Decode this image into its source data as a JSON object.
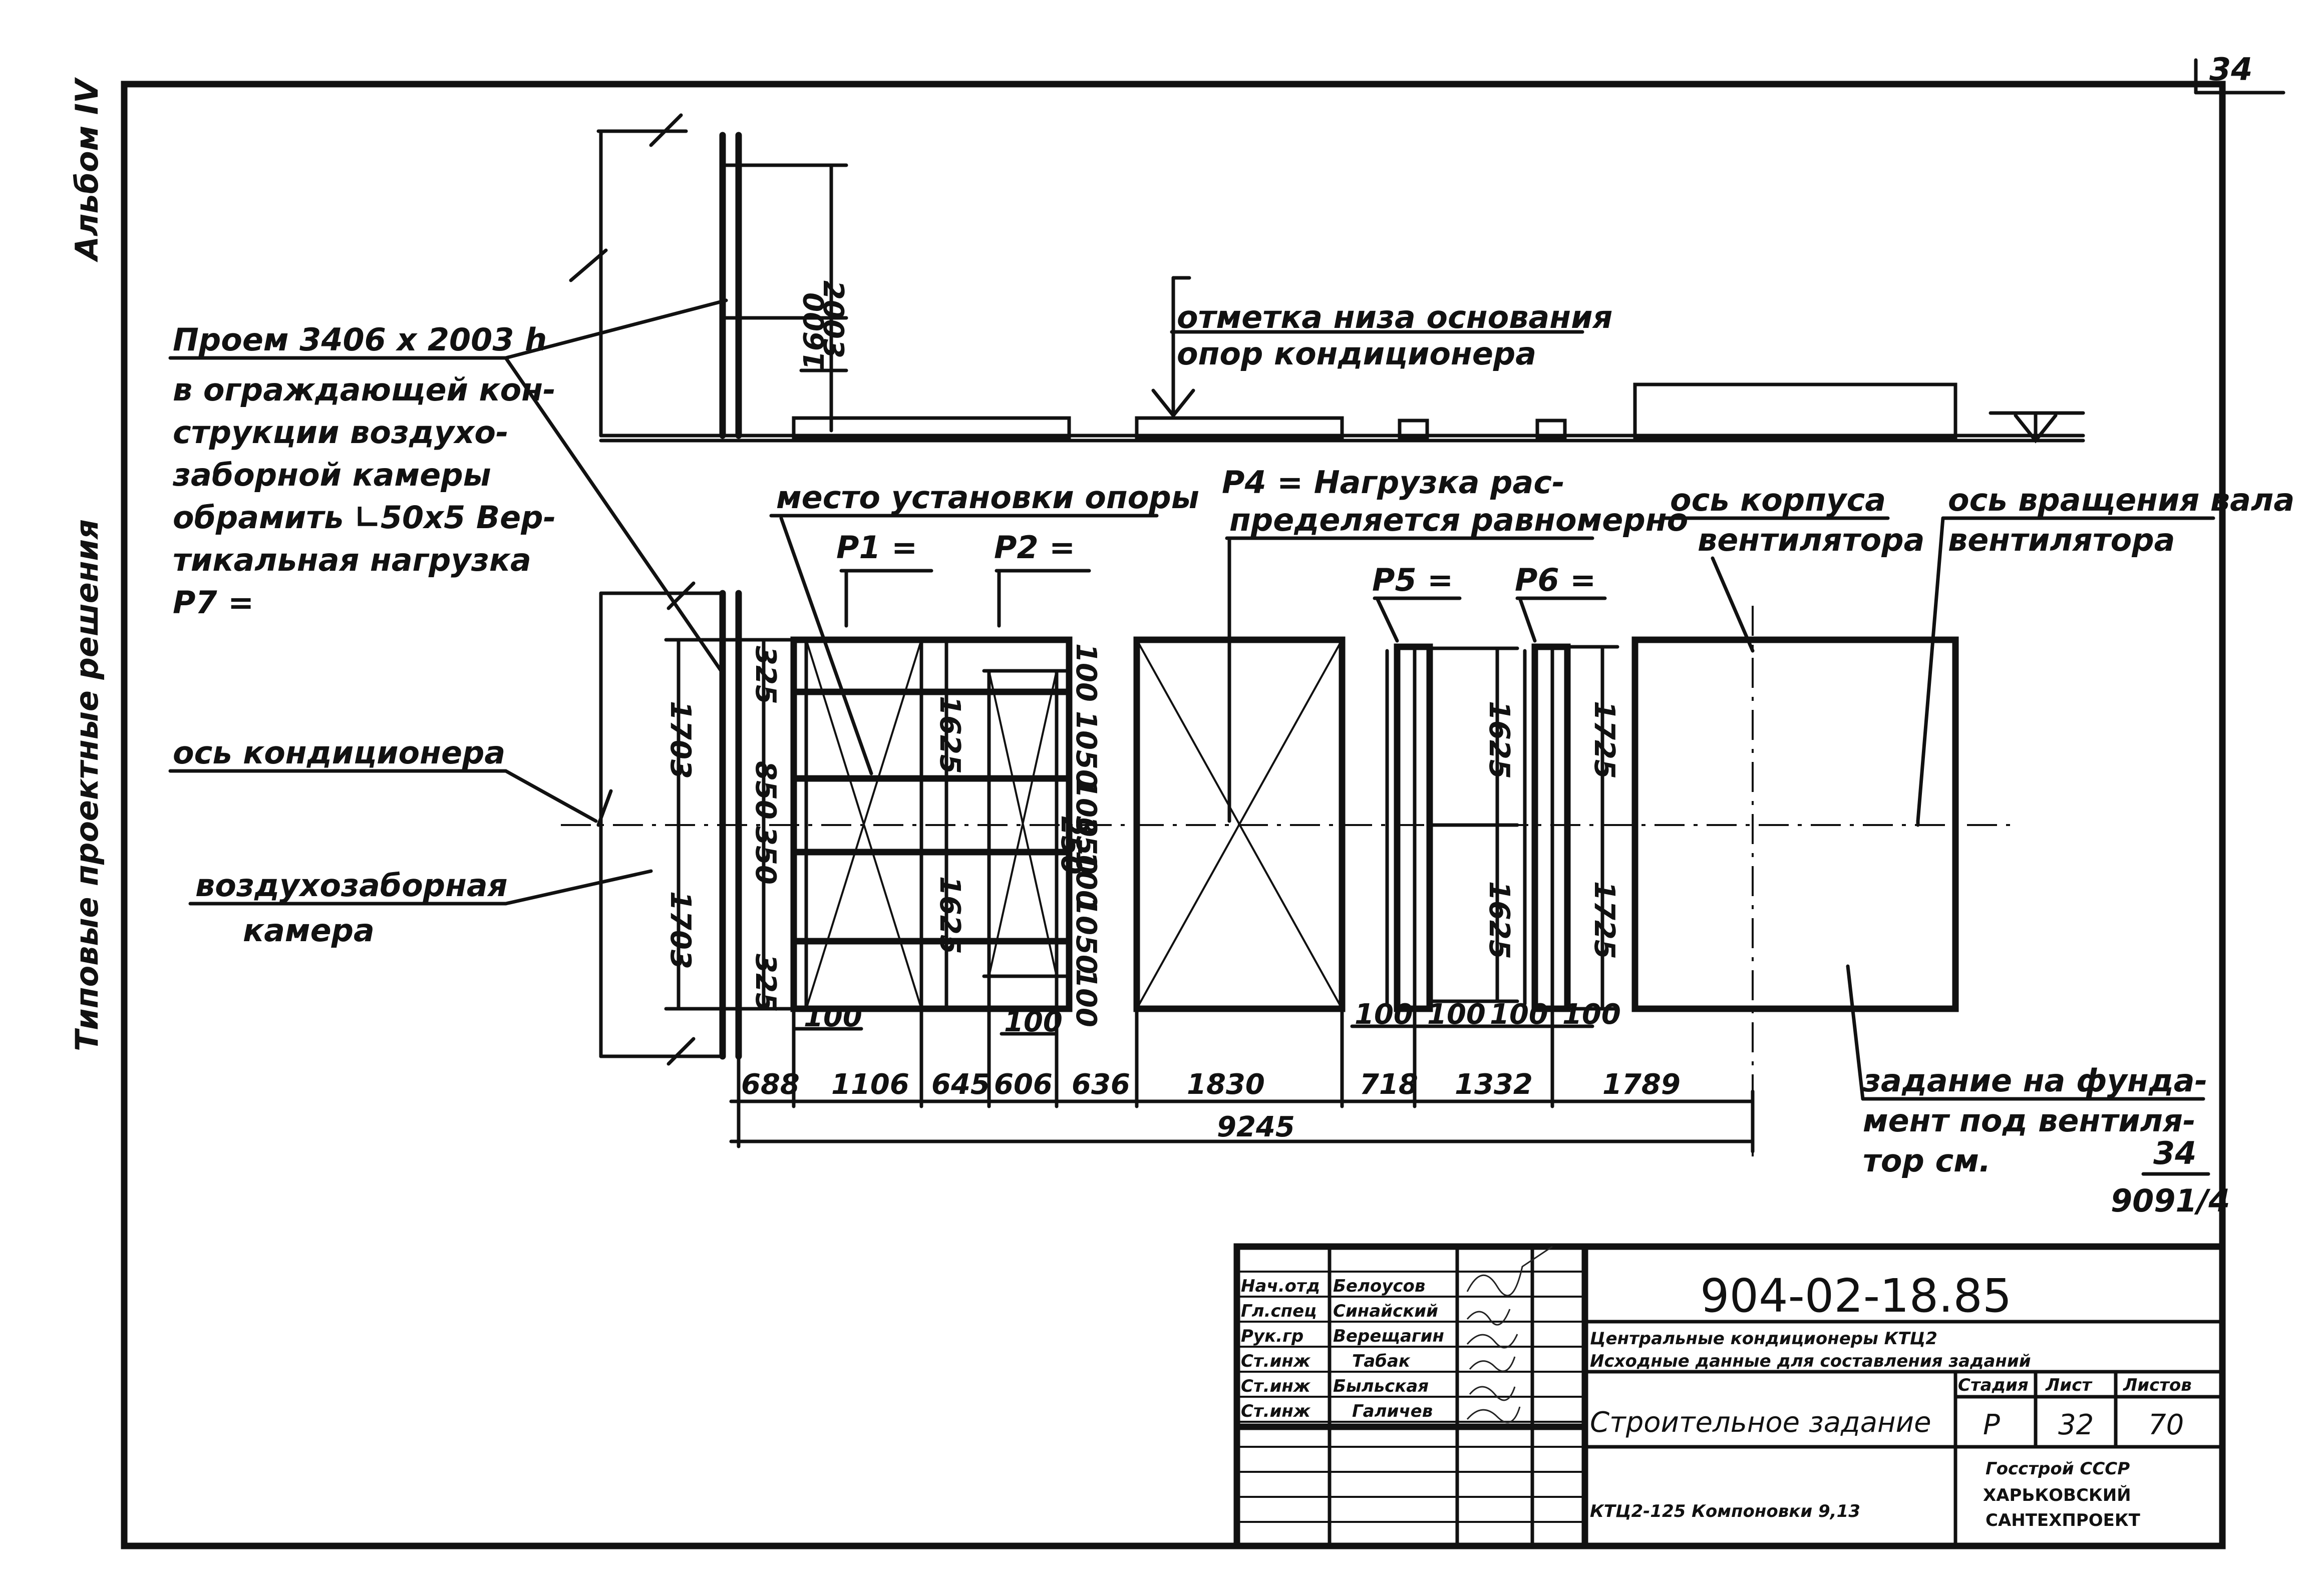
{
  "page_number": "34",
  "margin": {
    "album": "Альбом IV",
    "series": "Типовые проектные решения"
  },
  "labels": {
    "opening_line1": "Проем 3406 х 2003 h",
    "opening_line2": "в ограждающей кон-",
    "opening_line3": "струкции воздухо-",
    "opening_line4": "заборной камеры",
    "opening_line5": "обрамить ∟50х5 Вер-",
    "opening_line6": "тикальная нагрузка",
    "opening_line7": "P7 =",
    "base_mark_line1": "отметка низа основания",
    "base_mark_line2": "опор кондиционера",
    "support_place": "место установки опоры",
    "p4_line1": "P4 =      Нагрузка рас-",
    "p4_line2": "пределяется равномерно",
    "fan_body_line1": "ось корпуса",
    "fan_body_line2": "вентилятора",
    "fan_shaft_line1": "ось вращения вала",
    "fan_shaft_line2": "вентилятора",
    "conditioner_axis": "ось кондиционера",
    "intake_line1": "воздухозаборная",
    "intake_line2": "камера",
    "foundation_line1": "задание на фунда-",
    "foundation_line2": "мент под вентиля-",
    "foundation_line3": "тор см.",
    "ref_top": "34",
    "ref_bottom": "9091/4",
    "p1": "P1 =",
    "p2": "P2 =",
    "p5": "P5 =",
    "p6": "P6 ="
  },
  "dimensions": {
    "h2003": "2003",
    "h1600": "1600",
    "left_1703_top": "1703",
    "left_1703_bottom": "1703",
    "v325_top": "325",
    "v850": "850",
    "v350": "350",
    "v325_bottom": "325",
    "v1625_a": "1625",
    "v1625_b": "1625",
    "v100_r1": "100",
    "v1050_a": "1050",
    "v100_r2": "100",
    "v350_small": "350",
    "v250_small": "250",
    "v100_r3": "100",
    "v1050_b": "1050",
    "v100_r4": "100",
    "v1625_c": "1625",
    "v1625_d": "1625",
    "v1725_a": "1725",
    "v1725_b": "1725",
    "h100_a": "100",
    "h100_b": "100",
    "h100_c": "100",
    "h100_d": "100",
    "h100_e": "100",
    "h100_f": "100",
    "row": [
      "688",
      "1106",
      "645",
      "606",
      "636",
      "1830",
      "718",
      "1332",
      "1789"
    ],
    "total": "9245"
  },
  "title_block": {
    "staff": [
      {
        "role": "Нач.отд",
        "name": "Белоусов"
      },
      {
        "role": "Гл.спец",
        "name": "Синайский"
      },
      {
        "role": "Рук.гр",
        "name": "Верещагин"
      },
      {
        "role": "Ст.инж",
        "name": "Табак"
      },
      {
        "role": "Ст.инж",
        "name": "Быльская"
      },
      {
        "role": "Ст.инж",
        "name": "Галичев"
      }
    ],
    "code": "904-02-18.85",
    "desc_line1": "Центральные кондиционеры КТЦ2",
    "desc_line2": "Исходные данные для составления заданий",
    "sheet_name": "Строительное задание",
    "stage_header": "Стадия",
    "sheet_header": "Лист",
    "sheets_header": "Листов",
    "stage": "Р",
    "sheet": "32",
    "sheets": "70",
    "layout": "КТЦ2-125 Компоновки 9,13",
    "org_line1": "Госстрой СССР",
    "org_line2": "ХАРЬКОВСКИЙ",
    "org_line3": "САНТЕХПРОЕКТ"
  }
}
